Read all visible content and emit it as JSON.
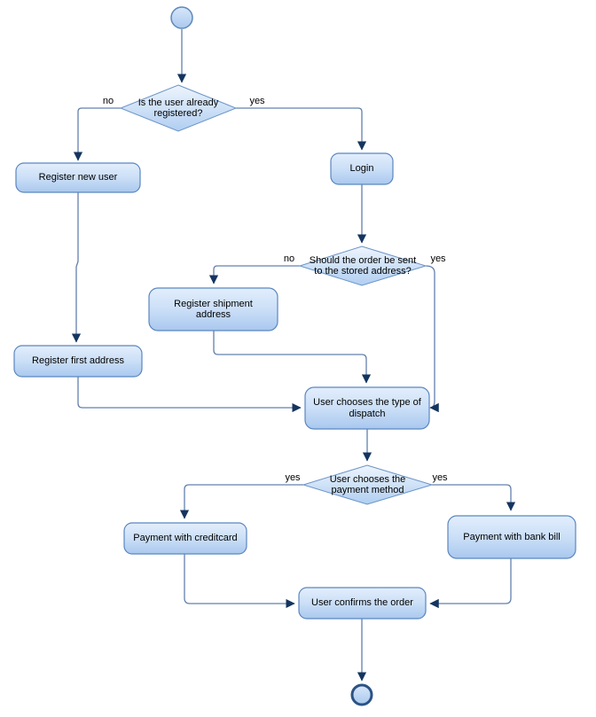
{
  "diagram": {
    "type": "activity-flowchart",
    "background": "#ffffff",
    "colors": {
      "node_fill_top": "#e3eefc",
      "node_fill_bottom": "#a9c8ee",
      "node_border": "#5a86c0",
      "diamond_fill_top": "#eef5fd",
      "diamond_fill_bottom": "#b0cef1",
      "edge_line": "#6380ad",
      "arrowhead": "#14355f",
      "end_node_border": "#2c5385",
      "text": "#000000"
    },
    "nodes": {
      "start": {
        "type": "initial-node"
      },
      "decision_registered": {
        "type": "decision",
        "label": "Is the user already registered?"
      },
      "register_new_user": {
        "type": "action",
        "label": "Register new user"
      },
      "login": {
        "type": "action",
        "label": "Login"
      },
      "decision_address": {
        "type": "decision",
        "label": "Should the order be sent to the stored address?"
      },
      "register_shipment_address": {
        "type": "action",
        "label": "Register shipment address"
      },
      "register_first_address": {
        "type": "action",
        "label": "Register first address"
      },
      "choose_dispatch": {
        "type": "action",
        "label": "User chooses the type of dispatch"
      },
      "decision_payment": {
        "type": "decision",
        "label": "User chooses the payment method"
      },
      "payment_credit_card": {
        "type": "action",
        "label": "Payment with creditcard"
      },
      "payment_bank_bill": {
        "type": "action",
        "label": "Payment with bank bill"
      },
      "confirm_order": {
        "type": "action",
        "label": "User confirms the order"
      },
      "end": {
        "type": "final-node"
      }
    },
    "edge_labels": {
      "registered_no": "no",
      "registered_yes": "yes",
      "address_no": "no",
      "address_yes": "yes",
      "payment_left_yes": "yes",
      "payment_right_yes": "yes"
    }
  }
}
